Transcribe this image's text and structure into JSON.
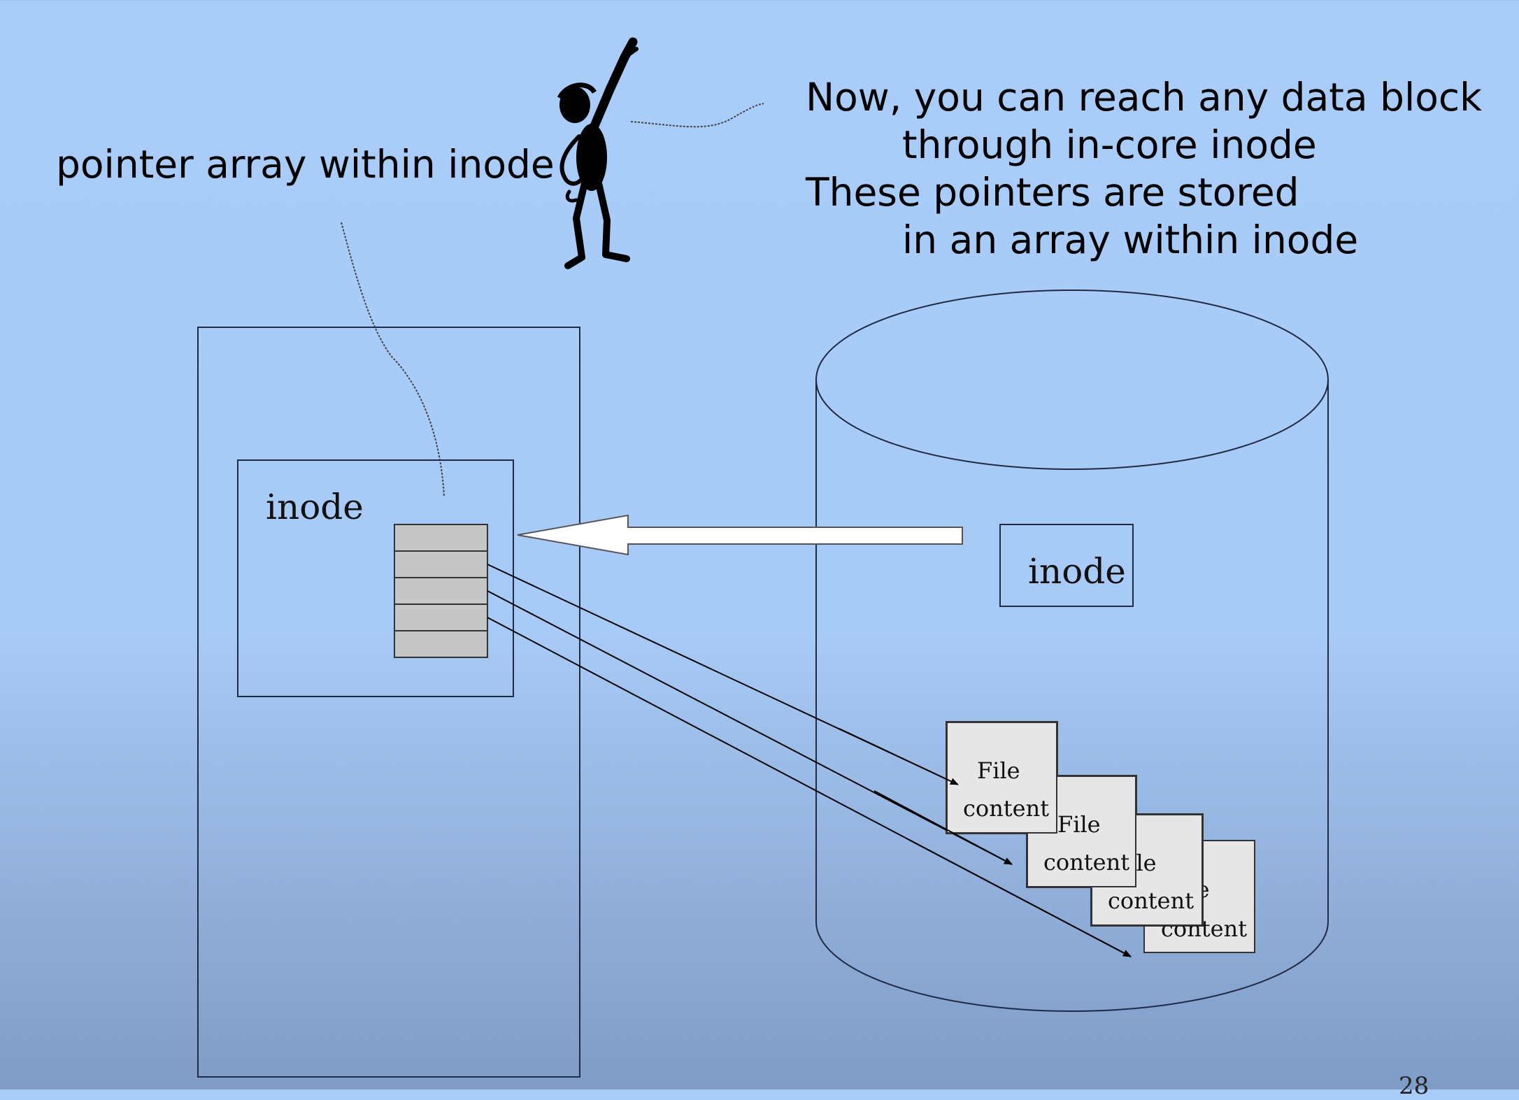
{
  "slide": {
    "callout_left": "pointer array within inode",
    "callout_right": [
      "Now, you can reach any data block",
      "through in-core inode",
      "These pointers are stored",
      "in an array within inode"
    ],
    "memory_inode_label": "inode",
    "disk_inode_label": "inode",
    "file_blocks": [
      {
        "line1": "File",
        "line2": "content"
      },
      {
        "line1": "File",
        "line2": "content"
      },
      {
        "line1": "File",
        "line2": "content"
      },
      {
        "line1": "File",
        "line2": "content"
      }
    ],
    "pointer_slots": 5,
    "page_number": "28"
  },
  "colors": {
    "background_top": "#a9ccf8",
    "background_bottom": "#7f9cc6",
    "slot_fill": "#c6c6c6",
    "file_block_fill": "#e6e6e6",
    "stroke": "#1f2a44"
  }
}
